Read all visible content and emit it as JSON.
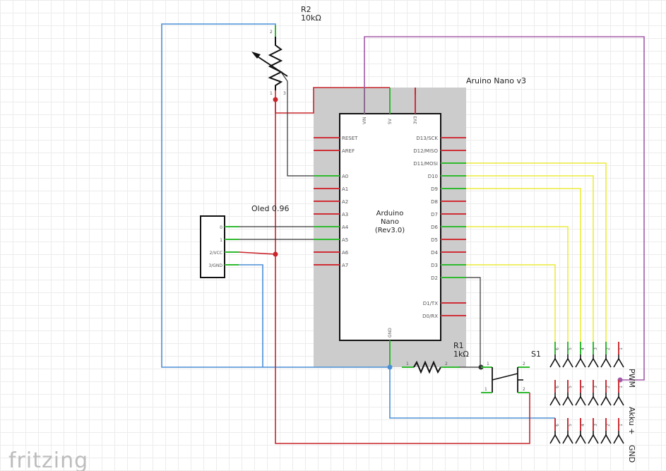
{
  "board": {
    "title": "Aruino Nano v3",
    "chip_label": [
      "Arduino",
      "Nano",
      "(Rev3.0)"
    ],
    "top_pins": [
      "VIN",
      "5V",
      "3V3"
    ],
    "left_pins": [
      "RESET",
      "AREF",
      "A0",
      "A1",
      "A2",
      "A3",
      "A4",
      "A5",
      "A6",
      "A7"
    ],
    "right_pins": [
      "D13/SCK",
      "D12/MISO",
      "D11/MOSI",
      "D10",
      "D9",
      "D8",
      "D7",
      "D6",
      "D5",
      "D4",
      "D3",
      "D2",
      "D1/TX",
      "D0/RX"
    ],
    "bottom_pin": "GND"
  },
  "r2": {
    "name": "R2",
    "value": "10kΩ",
    "pin1": "1",
    "pin2": "2",
    "pin3": "3"
  },
  "r1": {
    "name": "R1",
    "value": "1kΩ",
    "pin1": "1",
    "pin2": "2"
  },
  "s1": {
    "name": "S1",
    "pins": [
      "1",
      "2",
      "1",
      "2"
    ]
  },
  "oled": {
    "name": "Oled 0.96",
    "pins": [
      "0",
      "1",
      "2/VCC",
      "3/GND"
    ]
  },
  "headers": {
    "pin_labels": [
      "6",
      "5",
      "4",
      "3",
      "2",
      "1"
    ],
    "labels": [
      "PWM",
      "Akku +",
      "GND"
    ]
  },
  "logo": "fritzing",
  "colors": {
    "wire_blue": "#4a8fd6",
    "wire_red": "#c9252b",
    "wire_purple": "#a35aa8",
    "wire_yellow": "#ecec3c",
    "board_gray": "#cccccc"
  }
}
